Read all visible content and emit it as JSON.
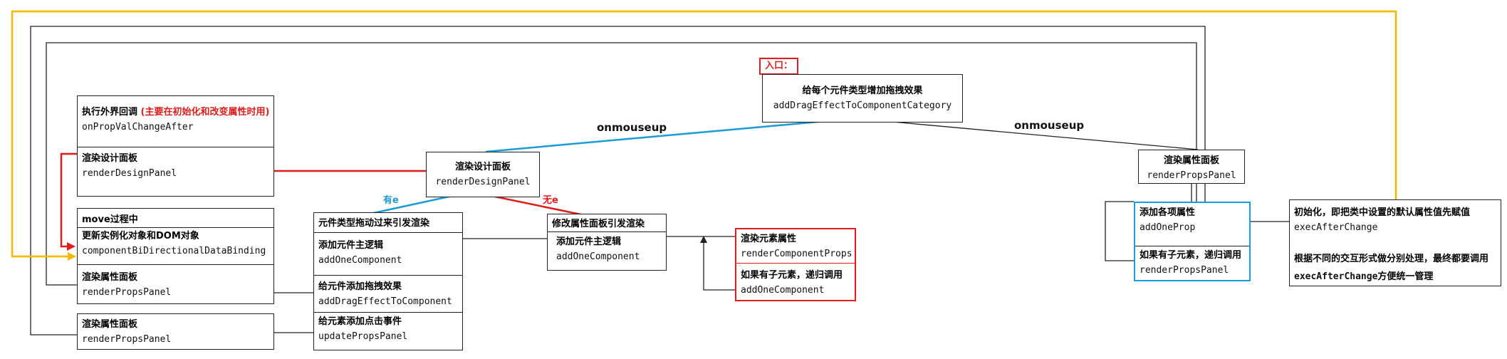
{
  "entry_label": "入口：",
  "edge_labels": {
    "onmouseup_left": "onmouseup",
    "onmouseup_right": "onmouseup",
    "has_e": "有e",
    "no_e": "无e"
  },
  "colors": {
    "red": "#e31b1b",
    "blue": "#1b9bd7",
    "yellow": "#f5b800",
    "black": "#222222"
  },
  "entry_node": {
    "title": "给每个元件类型增加拖拽效果",
    "code": "addDragEffectToComponentCategory"
  },
  "design_panel_node": {
    "title": "渲染设计面板",
    "code": "renderDesignPanel"
  },
  "props_panel_node": {
    "title": "渲染属性面板",
    "code": "renderPropsPanel"
  },
  "callback_box": {
    "title": "执行外界回调",
    "note": "(主要在初始化和改变属性时用)",
    "code": "onPropValChangeAfter",
    "sub_title": "渲染设计面板",
    "sub_code": "renderDesignPanel"
  },
  "move_box": {
    "title": "move过程中",
    "sub_title": "更新实例化对象和DOM对象",
    "code": "componentBiDirectionalDataBinding",
    "sub2_title": "渲染属性面板",
    "sub2_code": "renderPropsPanel"
  },
  "bottom_props_box": {
    "title": "渲染属性面板",
    "code": "renderPropsPanel"
  },
  "drag_box": {
    "header": "元件类型拖动过来引发渲染",
    "s1_title": "添加元件主逻辑",
    "s1_code": "addOneComponent",
    "s2_title": "给元件添加拖拽效果",
    "s2_code": "addDragEffectToComponent",
    "s3_title": "给元素添加点击事件",
    "s3_code": "updatePropsPanel"
  },
  "modify_box": {
    "header": "修改属性面板引发渲染",
    "s1_title": "添加元件主逻辑",
    "s1_code": "addOneComponent"
  },
  "render_props_box": {
    "title": "渲染元素属性",
    "code": "renderComponentProps",
    "sub_title": "如果有子元素，递归调用",
    "sub_code": "addOneComponent"
  },
  "add_prop_box": {
    "title": "添加各项属性",
    "code": "addOneProp",
    "sub_title": "如果有子元素，递归调用",
    "sub_code": "renderPropsPanel"
  },
  "init_box": {
    "title": "初始化，即把类中设置的默认属性值先赋值",
    "code": "execAfterChange",
    "line2": "根据不同的交互形式做分别处理，最终都要调用",
    "line3_code": "execAfterChange",
    "line3_text": "方便统一管理"
  }
}
